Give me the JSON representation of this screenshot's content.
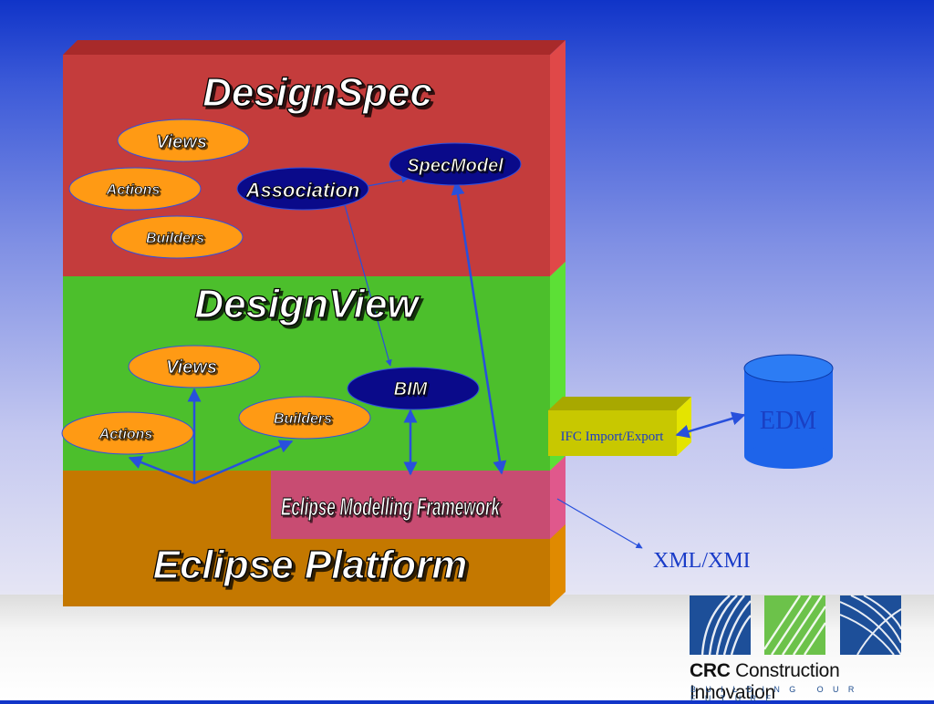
{
  "layers": {
    "design_spec": {
      "title": "DesignSpec",
      "views": "Views",
      "actions": "Actions",
      "builders": "Builders",
      "association": "Association",
      "spec_model": "SpecModel"
    },
    "design_view": {
      "title": "DesignView",
      "views": "Views",
      "actions": "Actions",
      "builders": "Builders",
      "bim": "BIM"
    },
    "emf": {
      "title": "Eclipse Modelling Framework"
    },
    "platform": {
      "title": "Eclipse Platform"
    }
  },
  "ifc": {
    "label": "IFC Import/Export"
  },
  "edm": {
    "label": "EDM"
  },
  "xml": {
    "label": "XML/XMI"
  },
  "logo": {
    "brand_bold": "CRC",
    "brand_rest": "Construction Innovation",
    "tagline": "BUILDING OUR FUTURE"
  },
  "colors": {
    "design_spec": "#c43c3c",
    "design_view": "#4cbf2c",
    "platform": "#c47800",
    "emf": "#c84c72",
    "ellipse_orange": "#ff9a14",
    "ellipse_navy": "#0a0a8a",
    "edm": "#1e64ea",
    "ifc": "#c8c800",
    "arrow": "#2850dc"
  }
}
